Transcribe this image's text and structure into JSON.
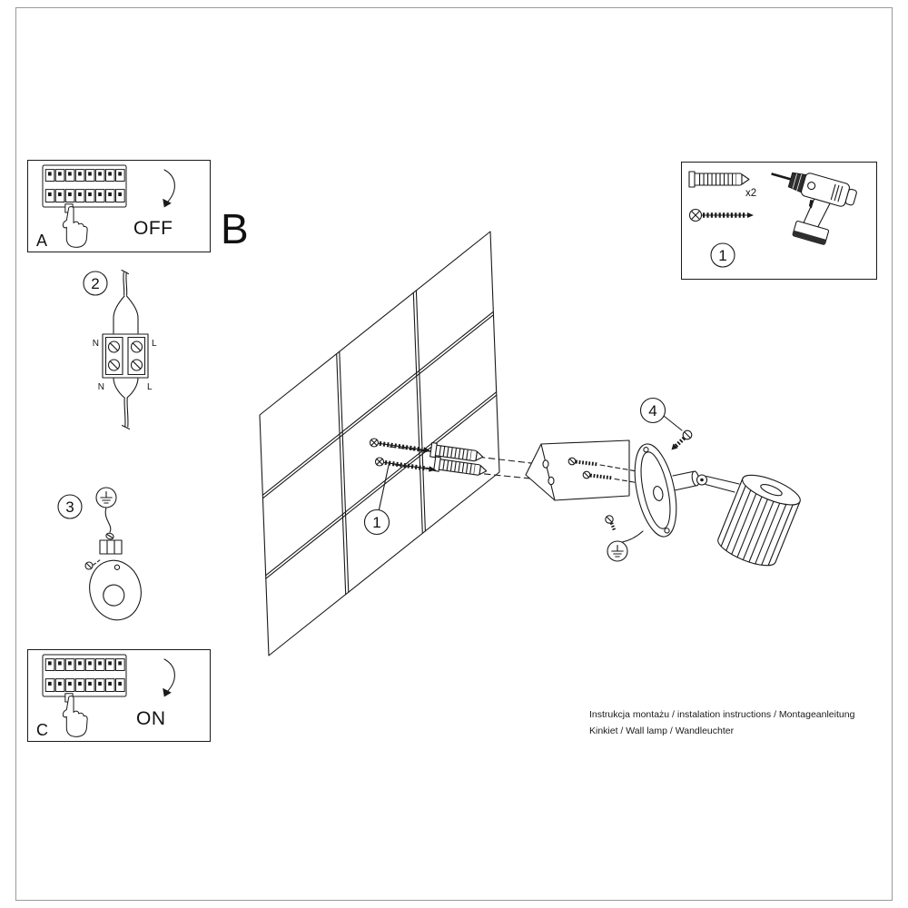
{
  "colors": {
    "line": "#1a1a1a",
    "text": "#111111",
    "paper": "#ffffff"
  },
  "captions": {
    "line1": "Instrukcja montażu / instalation instructions / Montageanleitung",
    "line2": "Kinkiet / Wall lamp / Wandleuchter"
  },
  "panel_a": {
    "corner_label": "A",
    "state": "OFF"
  },
  "panel_c": {
    "corner_label": "C",
    "state": "ON"
  },
  "section_b": {
    "label": "B"
  },
  "step_wiring": {
    "number": "2",
    "labels": {
      "top_left": "N",
      "top_right": "L",
      "bottom_left": "N",
      "bottom_right": "L"
    }
  },
  "step_ground": {
    "number": "3"
  },
  "parts_box": {
    "step_number": "1",
    "plug_quantity": "x2"
  },
  "assembly": {
    "callout_screws": "1",
    "callout_cover_screw": "4"
  }
}
